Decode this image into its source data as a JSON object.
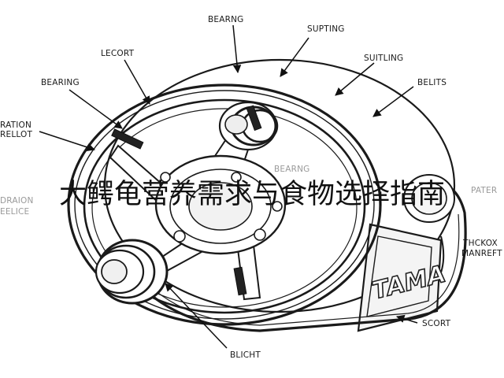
{
  "overlay": {
    "title": "大鳄龟营养需求与食物选择指南"
  },
  "brand": {
    "text": "TAMA"
  },
  "labels": {
    "bearing_top": "BEARNG",
    "supting": "SUPTING",
    "suitling": "SUITLING",
    "belits": "BELITS",
    "lecort": "LECORT",
    "bearing_left": "BEARING",
    "ration_1": "RATION",
    "ration_2": "RELLOT",
    "bearing_center": "BEARNG",
    "draion_1": "DRAION",
    "draion_2": "EELICE",
    "pater": "PATER",
    "thckox_1": "THCKOX",
    "thckox_2": "MANREFT",
    "scort": "SCORT",
    "blicht": "BLICHT"
  }
}
